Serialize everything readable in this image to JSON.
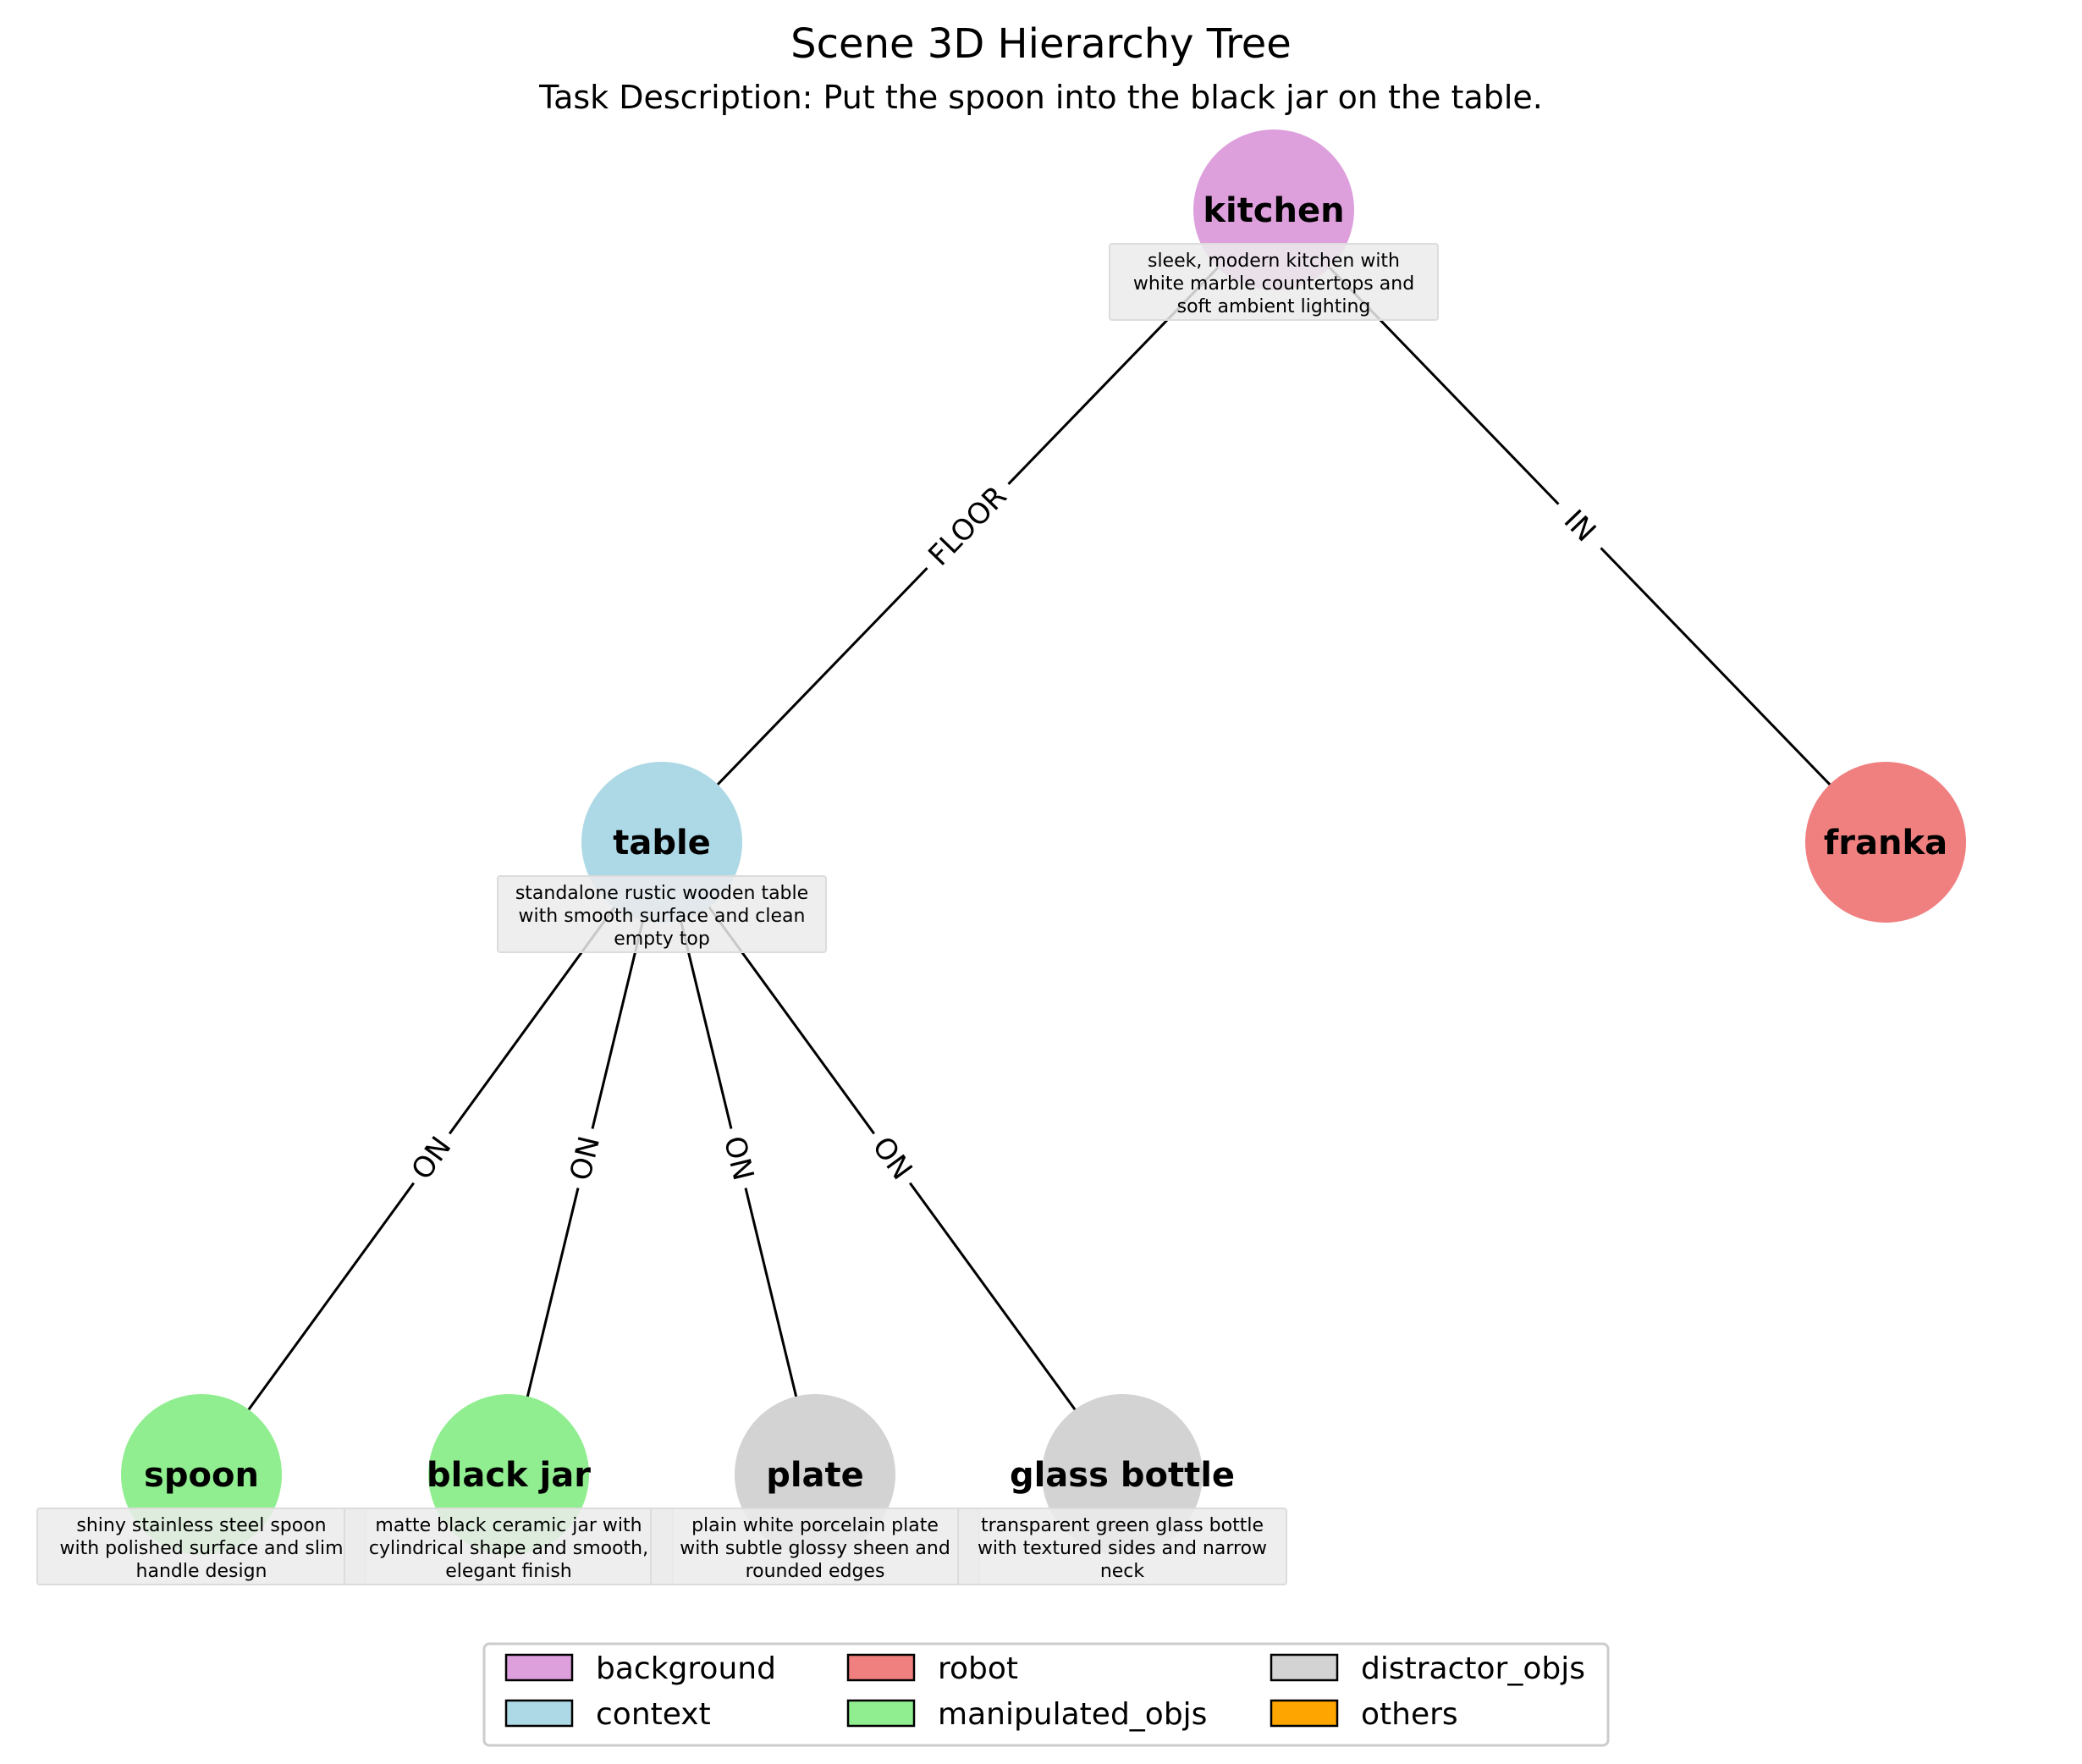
{
  "title": "Scene 3D Hierarchy Tree",
  "subtitle": "Task Description: Put the spoon into the black jar on the table.",
  "nodes": {
    "kitchen": {
      "label": "kitchen",
      "category": "background",
      "desc": [
        "sleek, modern kitchen with",
        "white marble countertops and",
        "soft ambient lighting"
      ]
    },
    "table": {
      "label": "table",
      "category": "context",
      "desc": [
        "standalone rustic wooden table",
        "with smooth surface and clean",
        "empty top"
      ]
    },
    "franka": {
      "label": "franka",
      "category": "robot",
      "desc": []
    },
    "spoon": {
      "label": "spoon",
      "category": "manipulated_objs",
      "desc": [
        "shiny stainless steel spoon",
        "with polished surface and slim",
        "handle design"
      ]
    },
    "black_jar": {
      "label": "black jar",
      "category": "manipulated_objs",
      "desc": [
        "matte black ceramic jar with",
        "cylindrical shape and smooth,",
        "elegant finish"
      ]
    },
    "plate": {
      "label": "plate",
      "category": "distractor_objs",
      "desc": [
        "plain white porcelain plate",
        "with subtle glossy sheen and",
        "rounded edges"
      ]
    },
    "glass_bottle": {
      "label": "glass bottle",
      "category": "distractor_objs",
      "desc": [
        "transparent green glass bottle",
        "with textured sides and narrow",
        "neck"
      ]
    }
  },
  "edges": [
    {
      "from": "kitchen",
      "to": "table",
      "label": "FLOOR"
    },
    {
      "from": "kitchen",
      "to": "franka",
      "label": "IN"
    },
    {
      "from": "table",
      "to": "spoon",
      "label": "ON"
    },
    {
      "from": "table",
      "to": "black_jar",
      "label": "ON"
    },
    {
      "from": "table",
      "to": "plate",
      "label": "ON"
    },
    {
      "from": "table",
      "to": "glass_bottle",
      "label": "ON"
    }
  ],
  "colors": {
    "background": "#dda0dd",
    "context": "#add8e6",
    "robot": "#f08080",
    "manipulated_objs": "#90ee90",
    "distractor_objs": "#d3d3d3",
    "others": "#ffa500"
  },
  "legend": [
    {
      "key": "background",
      "label": "background"
    },
    {
      "key": "context",
      "label": "context"
    },
    {
      "key": "robot",
      "label": "robot"
    },
    {
      "key": "manipulated_objs",
      "label": "manipulated_objs"
    },
    {
      "key": "distractor_objs",
      "label": "distractor_objs"
    },
    {
      "key": "others",
      "label": "others"
    }
  ]
}
